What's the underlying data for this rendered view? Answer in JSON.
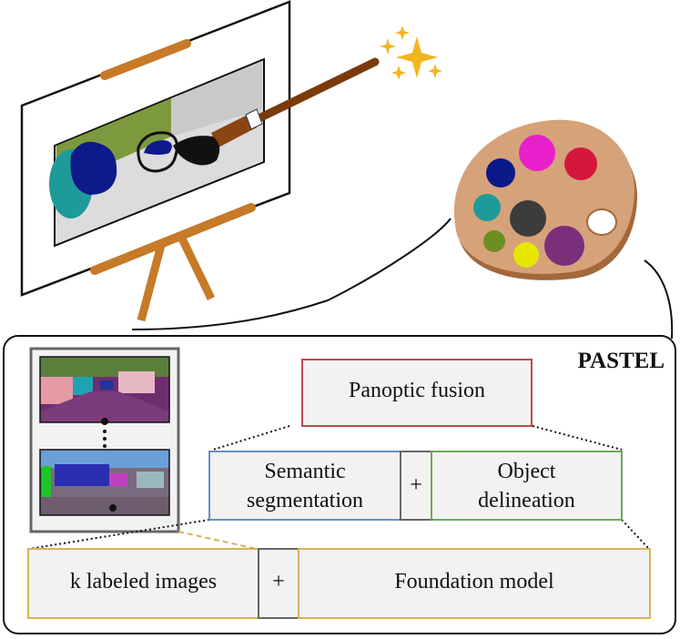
{
  "title": "PASTEL",
  "boxes": {
    "panoptic_fusion": "Panoptic fusion",
    "semantic_segmentation": "Semantic\nsegmentation",
    "plus_top": "+",
    "object_delineation": "Object\ndelineation",
    "k_labeled_images": "k labeled images",
    "plus_bottom": "+",
    "foundation_model": "Foundation model"
  },
  "colors": {
    "panoptic_border": "#b94a4a",
    "semantic_border": "#6a8fc7",
    "object_border": "#6fa85a",
    "bottom_border": "#d4b35a",
    "box_fill": "#f2f2f2",
    "brush_brown": "#8b4513",
    "easel_orange": "#c77a28",
    "palette_tan": "#d6a27a"
  },
  "icons": [
    "easel-icon",
    "paintbrush-icon",
    "sparkles-icon",
    "palette-icon"
  ]
}
